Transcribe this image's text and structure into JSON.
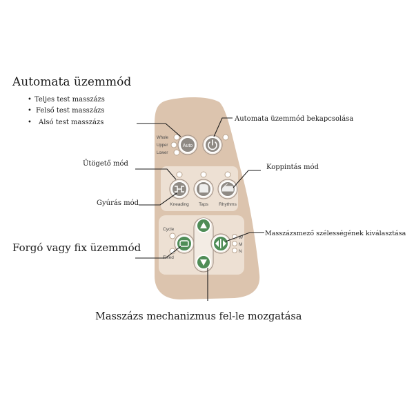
{
  "labels": {
    "auto_title": "Automata üzemmód",
    "auto_items": [
      "Teljes test masszázs",
      "Felső test masszázs",
      "Alsó test masszázs"
    ],
    "auto_on": "Automata üzemmód bekapcsolása",
    "tap_mode": "Ütögető mód",
    "knock_mode": "Koppintás mód",
    "knead_mode": "Gyúrás mód",
    "cycle_fixed_mode": "Forgó vagy fix üzemmód",
    "width_select": "Masszázsmező szélességének  kiválasztása",
    "up_down": "Masszázs mechanizmus fel-le mozgatása"
  },
  "remote": {
    "whole": "Whole",
    "upper": "Upper",
    "lower": "Lower",
    "auto_button": "Auto",
    "kneading": "Kneading",
    "taps": "Taps",
    "rhythms": "Rhythms",
    "cycle": "Cycle",
    "fixed": "Fixed",
    "w": "W",
    "m": "M",
    "n": "N"
  },
  "colors": {
    "remote_body": "#dcc4ae",
    "panel": "#ede0d3",
    "green_button": "#4f8d57",
    "gray_button": "#8f8a84",
    "leader_line": "#1a1a1a"
  },
  "icons": [
    "power-icon",
    "kneading-icon",
    "taps-icon",
    "rhythms-icon",
    "cycle-fixed-icon",
    "arrow-up-icon",
    "arrow-down-icon",
    "width-arrows-icon"
  ]
}
